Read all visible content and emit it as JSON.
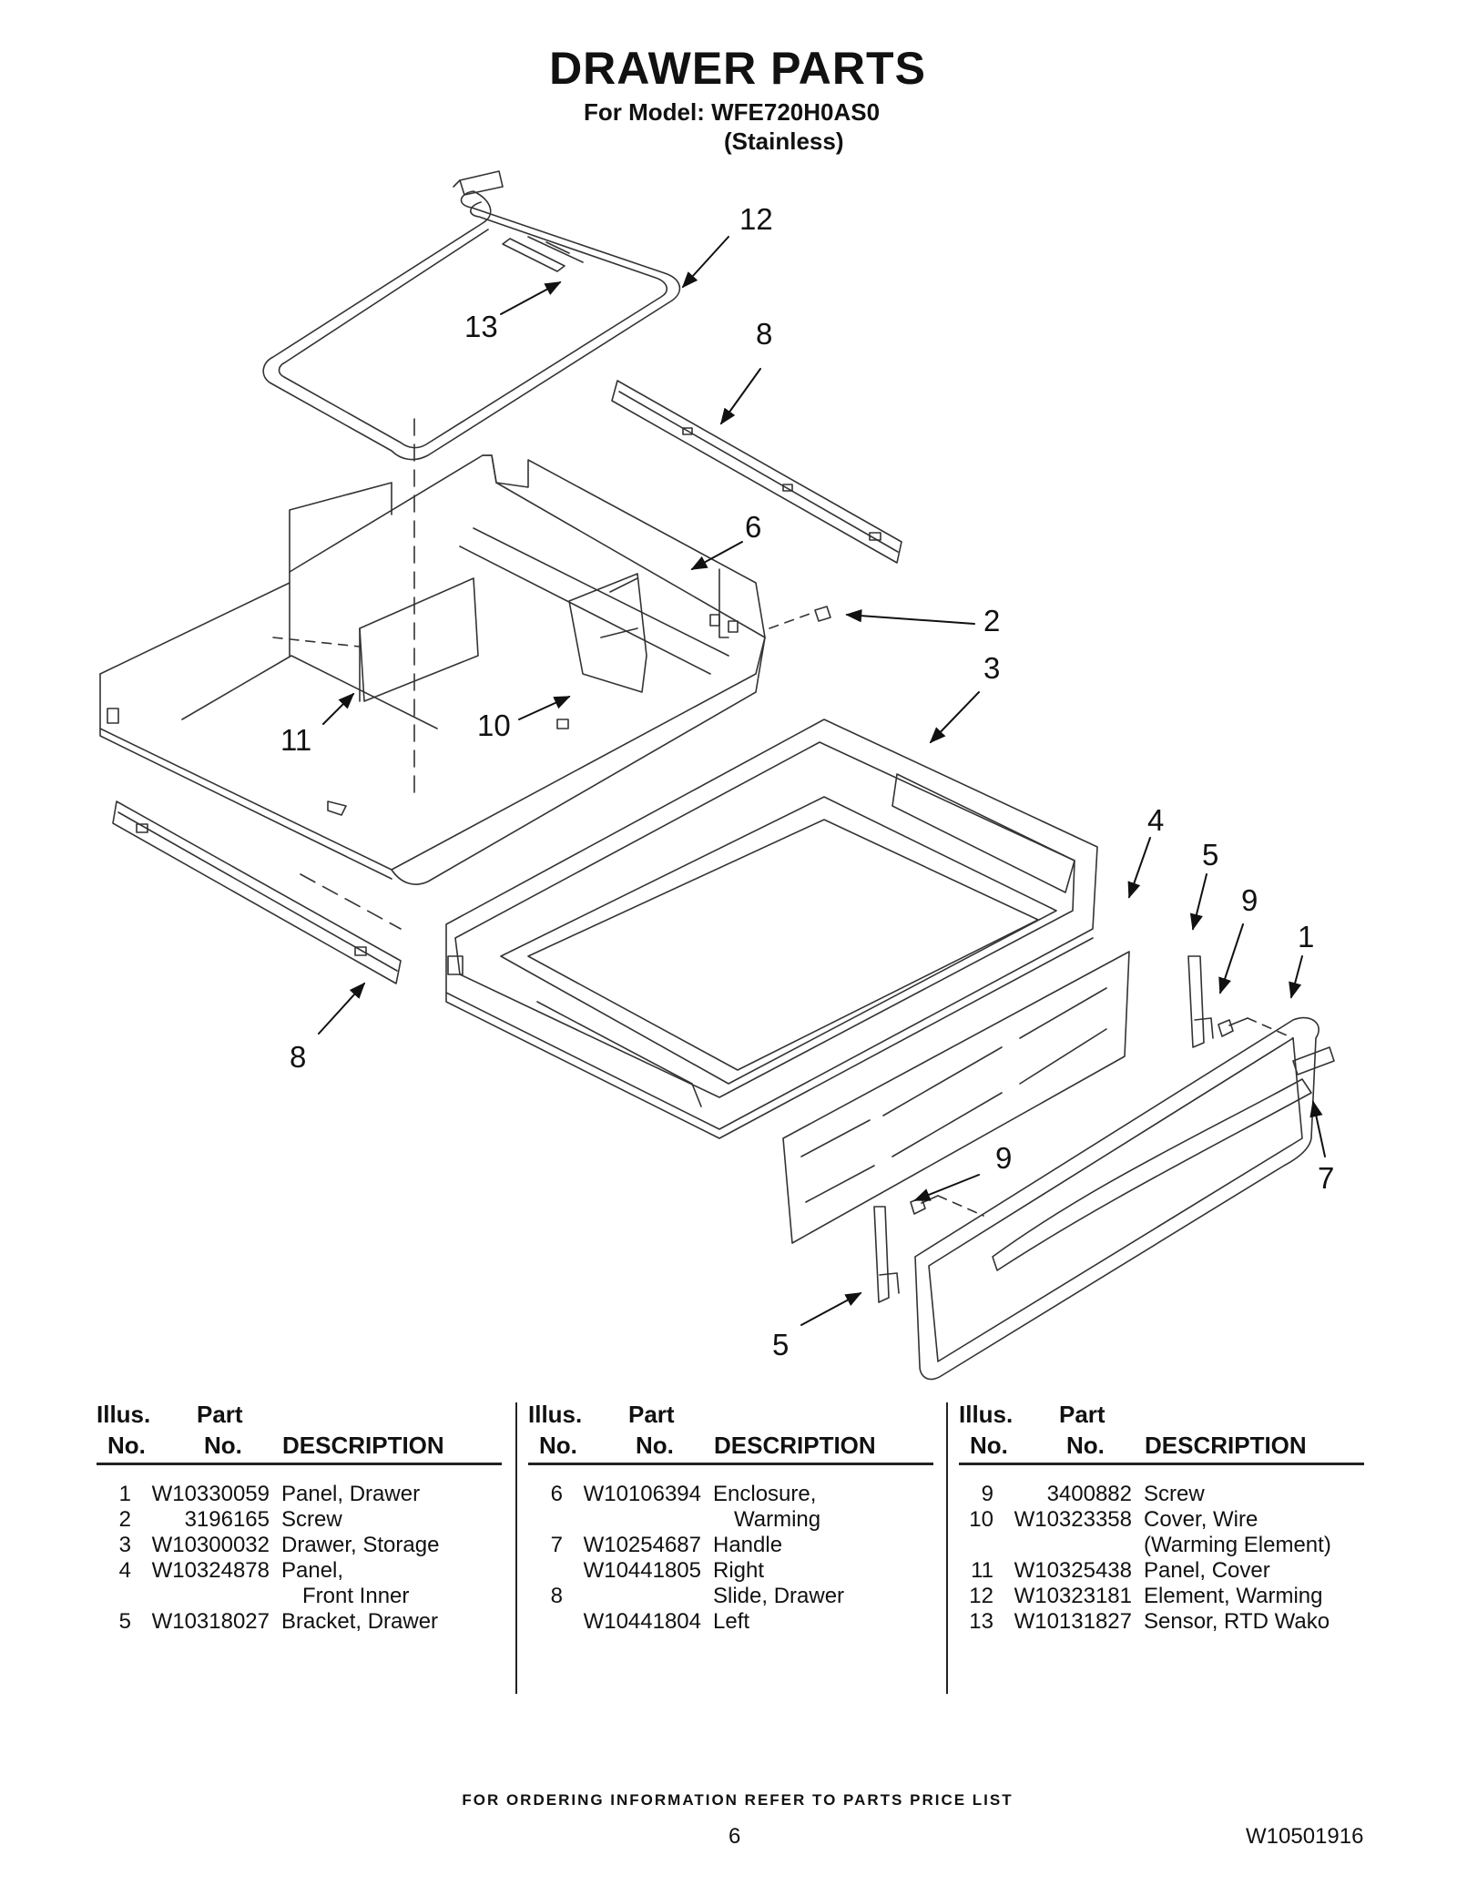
{
  "header": {
    "title": "DRAWER PARTS",
    "model_line": "For Model: WFE720H0AS0",
    "variant": "(Stainless)"
  },
  "callouts": [
    "1",
    "2",
    "3",
    "4",
    "5",
    "5",
    "6",
    "7",
    "8",
    "8",
    "9",
    "9",
    "10",
    "11",
    "12",
    "13"
  ],
  "table": {
    "headers": {
      "illus_line1": "Illus.",
      "illus_line2": "No.",
      "part_line1": "Part",
      "part_line2": "No.",
      "description": "DESCRIPTION"
    },
    "columns": [
      [
        {
          "illus": "1",
          "part": "W10330059",
          "desc": "Panel, Drawer"
        },
        {
          "illus": "2",
          "part": "3196165",
          "desc": "Screw"
        },
        {
          "illus": "3",
          "part": "W10300032",
          "desc": "Drawer, Storage"
        },
        {
          "illus": "4",
          "part": "W10324878",
          "desc": "Panel,"
        },
        {
          "illus": "",
          "part": "",
          "desc": "Front Inner"
        },
        {
          "illus": "5",
          "part": "W10318027",
          "desc": "Bracket, Drawer"
        }
      ],
      [
        {
          "illus": "6",
          "part": "W10106394",
          "desc": "Enclosure,"
        },
        {
          "illus": "",
          "part": "",
          "desc": "Warming"
        },
        {
          "illus": "7",
          "part": "W10254687",
          "desc": "Handle"
        },
        {
          "illus": "",
          "part": "W10441805",
          "desc": "Right"
        },
        {
          "illus": "8",
          "part": "",
          "desc": "Slide, Drawer"
        },
        {
          "illus": "",
          "part": "W10441804",
          "desc": "Left"
        }
      ],
      [
        {
          "illus": "9",
          "part": "3400882",
          "desc": "Screw"
        },
        {
          "illus": "10",
          "part": "W10323358",
          "desc": "Cover, Wire"
        },
        {
          "illus": "",
          "part": "",
          "desc": "(Warming Element)"
        },
        {
          "illus": "11",
          "part": "W10325438",
          "desc": "Panel, Cover"
        },
        {
          "illus": "12",
          "part": "W10323181",
          "desc": "Element, Warming"
        },
        {
          "illus": "13",
          "part": "W10131827",
          "desc": "Sensor, RTD Wako"
        }
      ]
    ]
  },
  "footer": {
    "ordering_note": "FOR ORDERING INFORMATION REFER TO PARTS PRICE LIST",
    "page_number": "6",
    "doc_number": "W10501916"
  }
}
